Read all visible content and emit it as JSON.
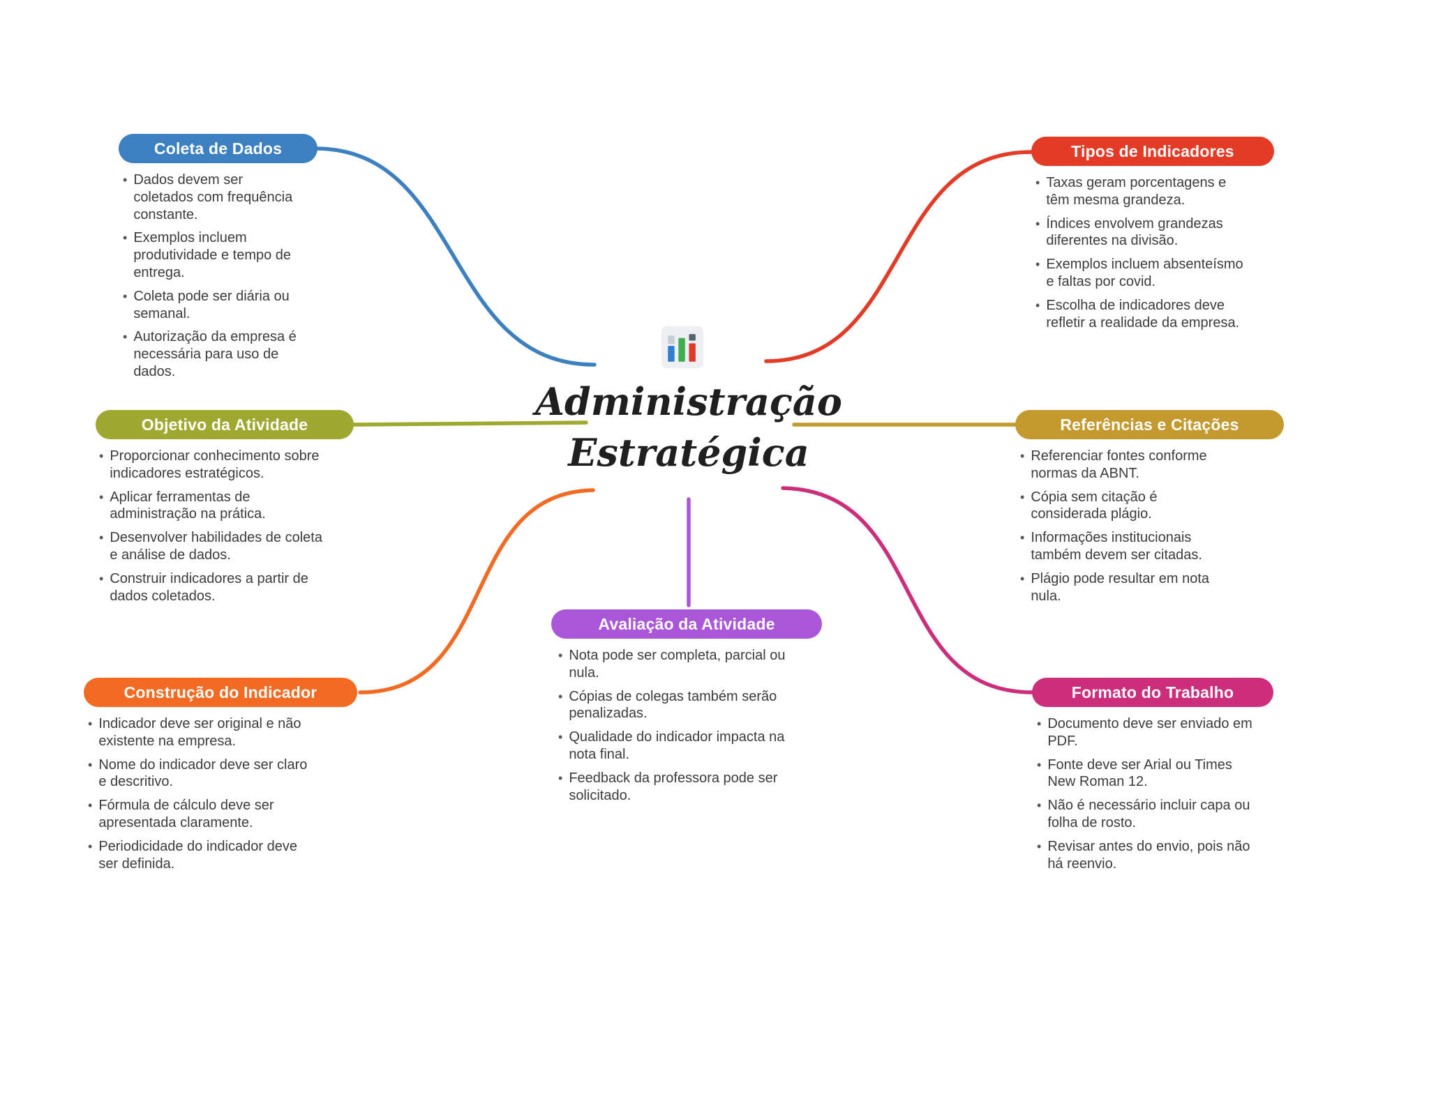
{
  "center": {
    "title_line1": "Administração",
    "title_line2": "Estratégica",
    "icon": "bar-chart-icon"
  },
  "nodes": [
    {
      "id": "coleta-de-dados",
      "title": "Coleta de Dados",
      "color": "#3d80c2",
      "bullets": [
        "Dados devem ser coletados com frequência constante.",
        "Exemplos incluem produtividade e tempo de entrega.",
        "Coleta pode ser diária ou semanal.",
        "Autorização da empresa é necessária para uso de dados."
      ]
    },
    {
      "id": "tipos-de-indicadores",
      "title": "Tipos de Indicadores",
      "color": "#e33b26",
      "bullets": [
        "Taxas geram porcentagens e têm mesma grandeza.",
        "Índices envolvem grandezas diferentes na divisão.",
        "Exemplos incluem absenteísmo e faltas por covid.",
        "Escolha de indicadores deve refletir a realidade da empresa."
      ]
    },
    {
      "id": "objetivo-da-atividade",
      "title": "Objetivo da Atividade",
      "color": "#9fa82f",
      "bullets": [
        "Proporcionar conhecimento sobre indicadores estratégicos.",
        "Aplicar ferramentas de administração na prática.",
        "Desenvolver habilidades de coleta e análise de dados.",
        "Construir indicadores a partir de dados coletados."
      ]
    },
    {
      "id": "referencias-e-citacoes",
      "title": "Referências e Citações",
      "color": "#c49a2e",
      "bullets": [
        "Referenciar fontes conforme normas da ABNT.",
        "Cópia sem citação é considerada plágio.",
        "Informações institucionais também devem ser citadas.",
        "Plágio pode resultar em nota nula."
      ]
    },
    {
      "id": "construcao-do-indicador",
      "title": "Construção do Indicador",
      "color": "#f36b22",
      "bullets": [
        "Indicador deve ser original e não existente na empresa.",
        "Nome do indicador deve ser claro e descritivo.",
        "Fórmula de cálculo deve ser apresentada claramente.",
        "Periodicidade do indicador deve ser definida."
      ]
    },
    {
      "id": "avaliacao-da-atividade",
      "title": "Avaliação da Atividade",
      "color": "#a956d8",
      "bullets": [
        "Nota pode ser completa, parcial ou nula.",
        "Cópias de colegas também serão penalizadas.",
        "Qualidade do indicador impacta na nota final.",
        "Feedback da professora pode ser solicitado."
      ]
    },
    {
      "id": "formato-do-trabalho",
      "title": "Formato do Trabalho",
      "color": "#cd2e7c",
      "bullets": [
        "Documento deve ser enviado em PDF.",
        "Fonte deve ser Arial ou Times New Roman 12.",
        "Não é necessário incluir capa ou folha de rosto.",
        "Revisar antes do envio, pois não há reenvio."
      ]
    }
  ]
}
